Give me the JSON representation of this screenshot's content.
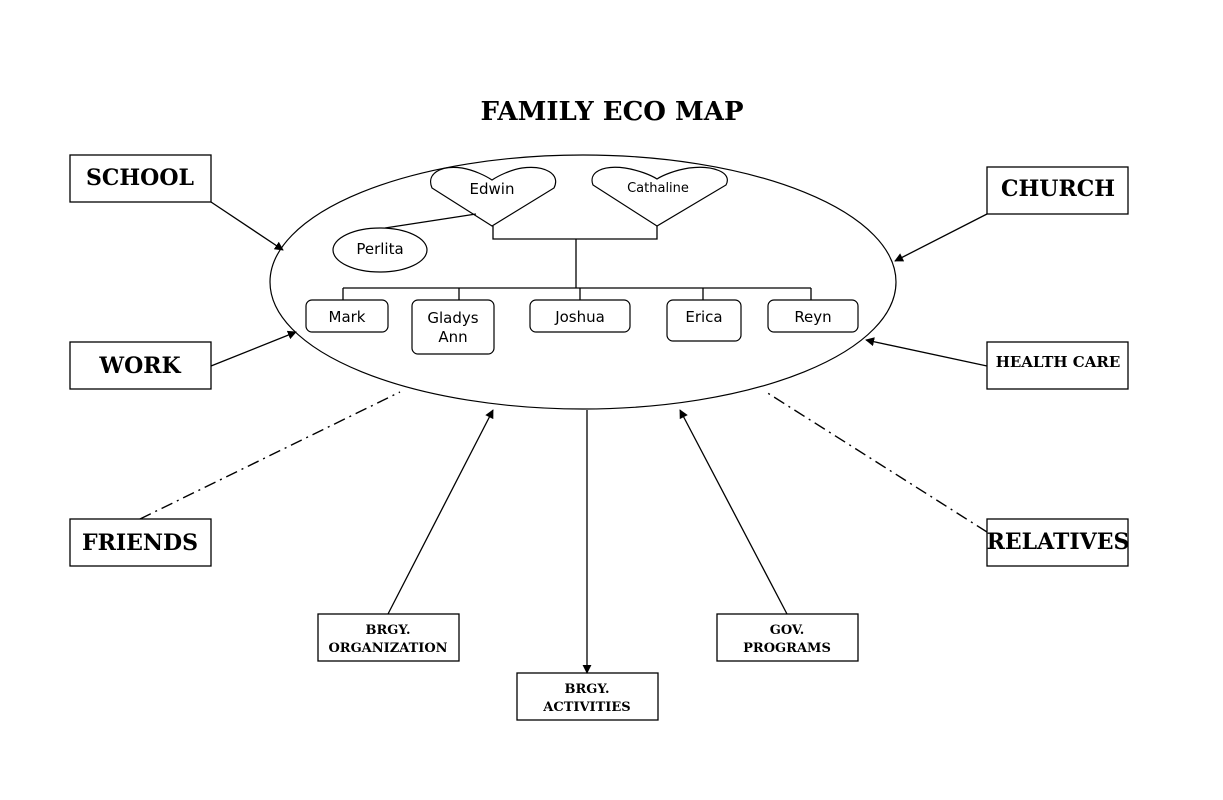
{
  "title": "FAMILY ECO MAP",
  "parents": {
    "father": "Edwin",
    "mother": "Cathaline"
  },
  "other_member": "Perlita",
  "children": [
    {
      "name_lines": [
        "Mark"
      ]
    },
    {
      "name_lines": [
        "Gladys",
        "Ann"
      ]
    },
    {
      "name_lines": [
        "Joshua"
      ]
    },
    {
      "name_lines": [
        "Erica"
      ]
    },
    {
      "name_lines": [
        "Reyn"
      ]
    }
  ],
  "systems": {
    "school": {
      "lines": [
        "SCHOOL"
      ],
      "connection": "arrow"
    },
    "church": {
      "lines": [
        "CHURCH"
      ],
      "connection": "arrow"
    },
    "work": {
      "lines": [
        "WORK"
      ],
      "connection": "arrow"
    },
    "health_care": {
      "lines": [
        "HEALTH CARE"
      ],
      "connection": "arrow"
    },
    "friends": {
      "lines": [
        "FRIENDS"
      ],
      "connection": "dash-dot"
    },
    "relatives": {
      "lines": [
        "RELATIVES"
      ],
      "connection": "dash-dot"
    },
    "brgy_organization": {
      "lines": [
        "BRGY.",
        "ORGANIZATION"
      ],
      "connection": "arrow"
    },
    "brgy_activities": {
      "lines": [
        "BRGY.",
        "ACTIVITIES"
      ],
      "connection": "arrow"
    },
    "gov_programs": {
      "lines": [
        "GOV.",
        "PROGRAMS"
      ],
      "connection": "arrow"
    }
  }
}
